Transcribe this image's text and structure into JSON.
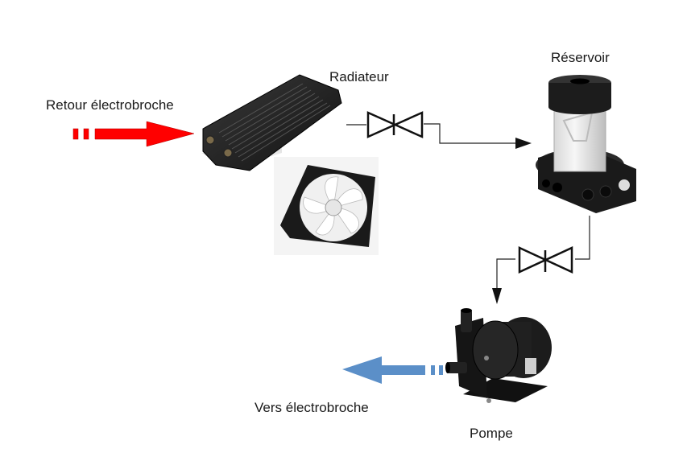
{
  "diagram": {
    "labels": {
      "return_in": "Retour électrobroche",
      "radiator": "Radiateur",
      "reservoir": "Réservoir",
      "to_spindle": "Vers électrobroche",
      "pump": "Pompe"
    },
    "components": [
      {
        "id": "radiator",
        "name": "Radiateur",
        "icon": "radiator-icon"
      },
      {
        "id": "fan",
        "name": "Ventilateur",
        "icon": "fan-icon"
      },
      {
        "id": "reservoir",
        "name": "Réservoir",
        "icon": "reservoir-icon"
      },
      {
        "id": "pump",
        "name": "Pompe",
        "icon": "pump-icon"
      },
      {
        "id": "valve-1",
        "name": "Vanne",
        "icon": "valve-icon"
      },
      {
        "id": "valve-2",
        "name": "Vanne",
        "icon": "valve-icon"
      }
    ],
    "flow": [
      "Retour électrobroche",
      "Radiateur",
      "Vanne",
      "Réservoir",
      "Vanne",
      "Pompe",
      "Vers électrobroche"
    ],
    "colors": {
      "inflow_arrow": "#ff0000",
      "outflow_arrow": "#5b8fc8",
      "line": "#222222",
      "component_dark": "#1a1a1a"
    }
  }
}
